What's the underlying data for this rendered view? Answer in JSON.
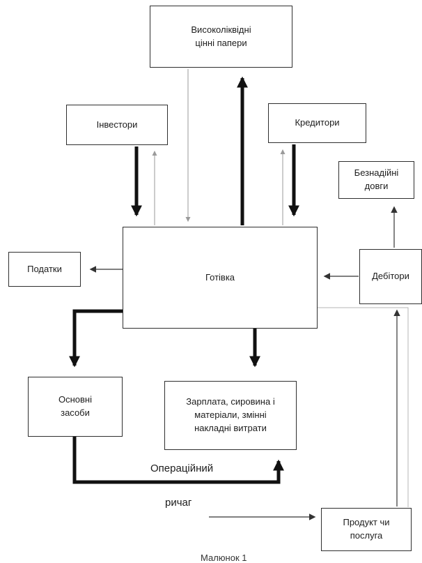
{
  "diagram": {
    "nodes": {
      "securities": {
        "label": "Високоліквідні\nцінні папери"
      },
      "investors": {
        "label": "Інвестори"
      },
      "creditors": {
        "label": "Кредитори"
      },
      "bad_debts": {
        "label": "Безнадійні\nдовги"
      },
      "taxes": {
        "label": "Податки"
      },
      "cash": {
        "label": "Готівка"
      },
      "debtors": {
        "label": "Дебітори"
      },
      "fixed_assets": {
        "label": "Основні\nзасоби"
      },
      "costs": {
        "label": "Зарплата, сировина і\nматеріали, змінні\nнакладні витрати"
      },
      "product": {
        "label": "Продукт чи\nпослуга"
      }
    },
    "annotations": {
      "lever_line1": "Операційний",
      "lever_line2": "ричаг"
    },
    "caption": "Малюнок 1",
    "colors": {
      "line_strong": "#111111",
      "line_thin": "#333333",
      "line_faint": "#9a9a9a",
      "box_border": "#2e2e2e"
    }
  }
}
